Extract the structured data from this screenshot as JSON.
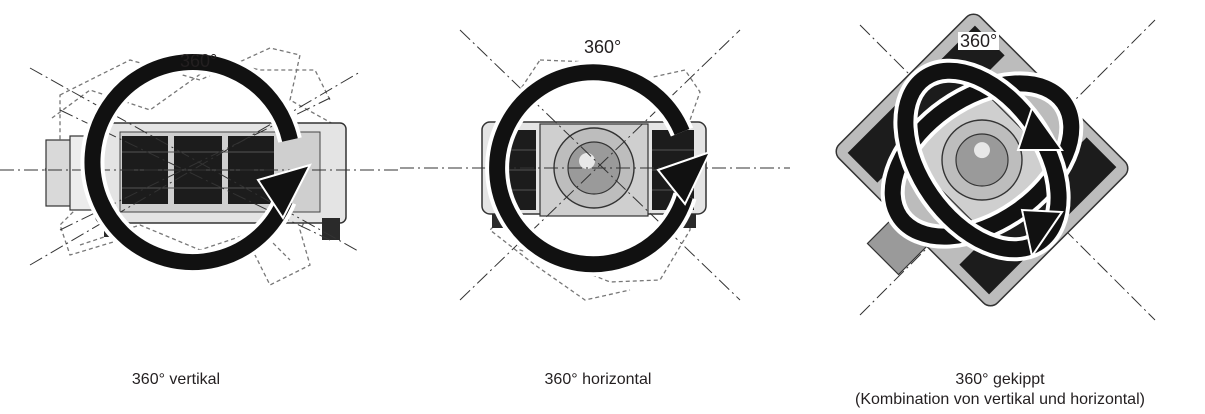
{
  "panels": [
    {
      "angle_label": "360°",
      "caption": "360° vertikal",
      "caption_sub": ""
    },
    {
      "angle_label": "360°",
      "caption": "360° horizontal",
      "caption_sub": ""
    },
    {
      "angle_label": "360°",
      "caption": "360° gekippt",
      "caption_sub": "(Kombination von vertikal und horizontal)"
    }
  ]
}
